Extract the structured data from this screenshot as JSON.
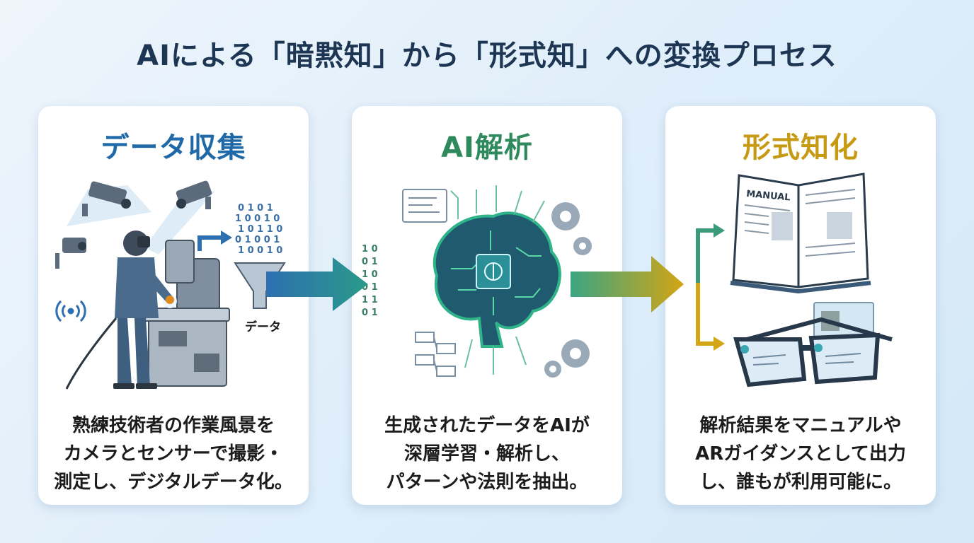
{
  "title": "AIによる「暗黙知」から「形式知」への変換プロセス",
  "colors": {
    "heading_blue": "#1f69a8",
    "heading_green": "#2e8a5c",
    "heading_gold": "#c79a14",
    "arrow_blue": "#2d6fb0",
    "arrow_teal": "#2a9a8a",
    "arrow_gold": "#d4a514"
  },
  "steps": [
    {
      "heading": "データ収集",
      "image_label": "データ",
      "desc": [
        "熟練技術者の作業風景を",
        "カメラとセンサーで撮影・",
        "測定し、デジタルデータ化。"
      ]
    },
    {
      "heading": "AI解析",
      "desc": [
        "生成されたデータをAIが",
        "深層学習・解析し、",
        "パターンや法則を抽出。"
      ]
    },
    {
      "heading": "形式知化",
      "manual_label": "MANUAL",
      "desc": [
        "解析結果をマニュアルや",
        "ARガイダンスとして出力",
        "し、誰もが利用可能に。"
      ]
    }
  ]
}
